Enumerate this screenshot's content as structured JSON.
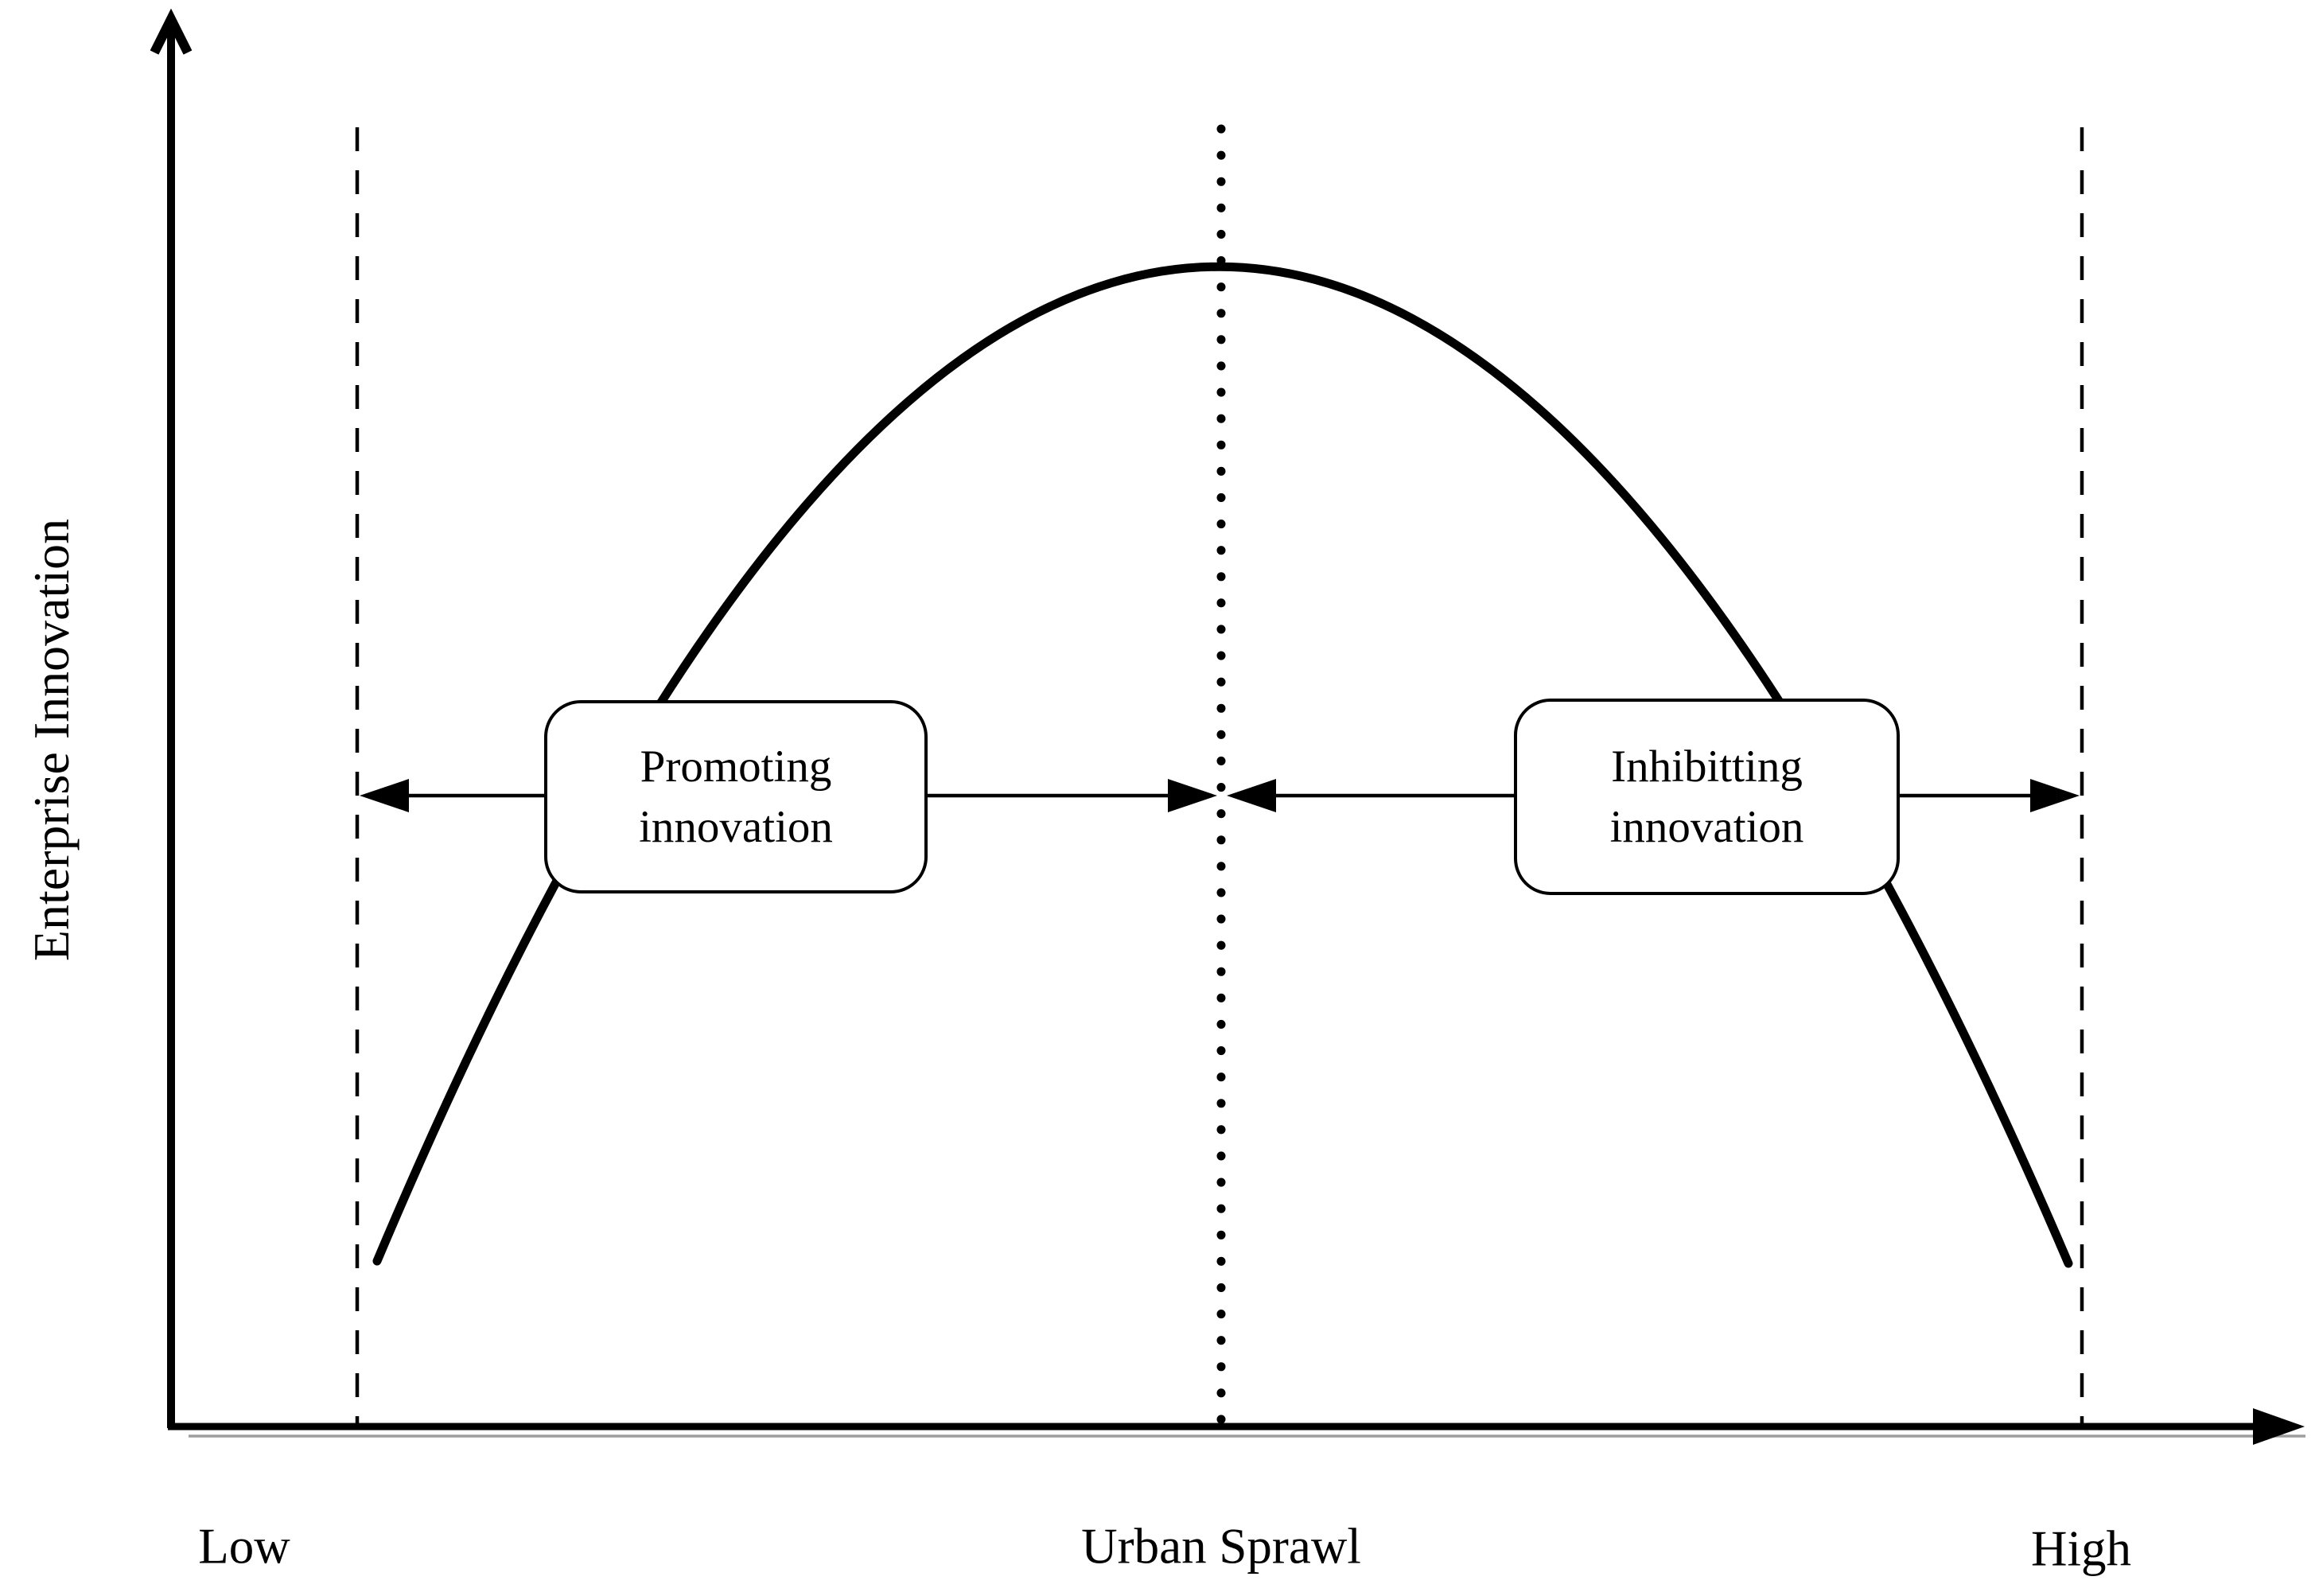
{
  "figure": {
    "y_axis_label": "Enterprise Innovation",
    "x_axis_label": "Urban Sprawl",
    "x_tick_low": "Low",
    "x_tick_high": "High",
    "left_box_label": "Promoting innovation",
    "right_box_label": "Inhibitting innovation",
    "colors": {
      "line": "#000000",
      "background": "#ffffff",
      "axis_shadow": "#9d9d9d"
    }
  },
  "chart_data": {
    "type": "line",
    "title": "",
    "xlabel": "Urban Sprawl",
    "ylabel": "Enterprise Innovation",
    "x_tick_labels": [
      "Low",
      "High"
    ],
    "axis_numeric": false,
    "grid": false,
    "legend": false,
    "series": [
      {
        "name": "inverted-U curve (enterprise innovation vs urban sprawl, normalized 0-1)",
        "x": [
          0.09,
          0.17,
          0.25,
          0.33,
          0.41,
          0.49,
          0.57,
          0.65,
          0.73,
          0.81,
          0.89
        ],
        "y": [
          0.16,
          0.46,
          0.7,
          0.87,
          0.97,
          1.0,
          0.97,
          0.87,
          0.7,
          0.46,
          0.16
        ]
      }
    ],
    "reference_lines": [
      {
        "style": "dashed",
        "orientation": "vertical",
        "x": 0.09
      },
      {
        "style": "dotted",
        "orientation": "vertical",
        "x": 0.49
      },
      {
        "style": "dashed",
        "orientation": "vertical",
        "x": 0.89
      }
    ],
    "annotations": [
      {
        "text": "Promoting innovation",
        "region": "left of peak",
        "arrows": "pointing outward to low dashed line and inward to dotted peak line"
      },
      {
        "text": "Inhibitting innovation",
        "region": "right of peak",
        "arrows": "pointing inward to dotted peak line and outward to high dashed line"
      }
    ]
  }
}
